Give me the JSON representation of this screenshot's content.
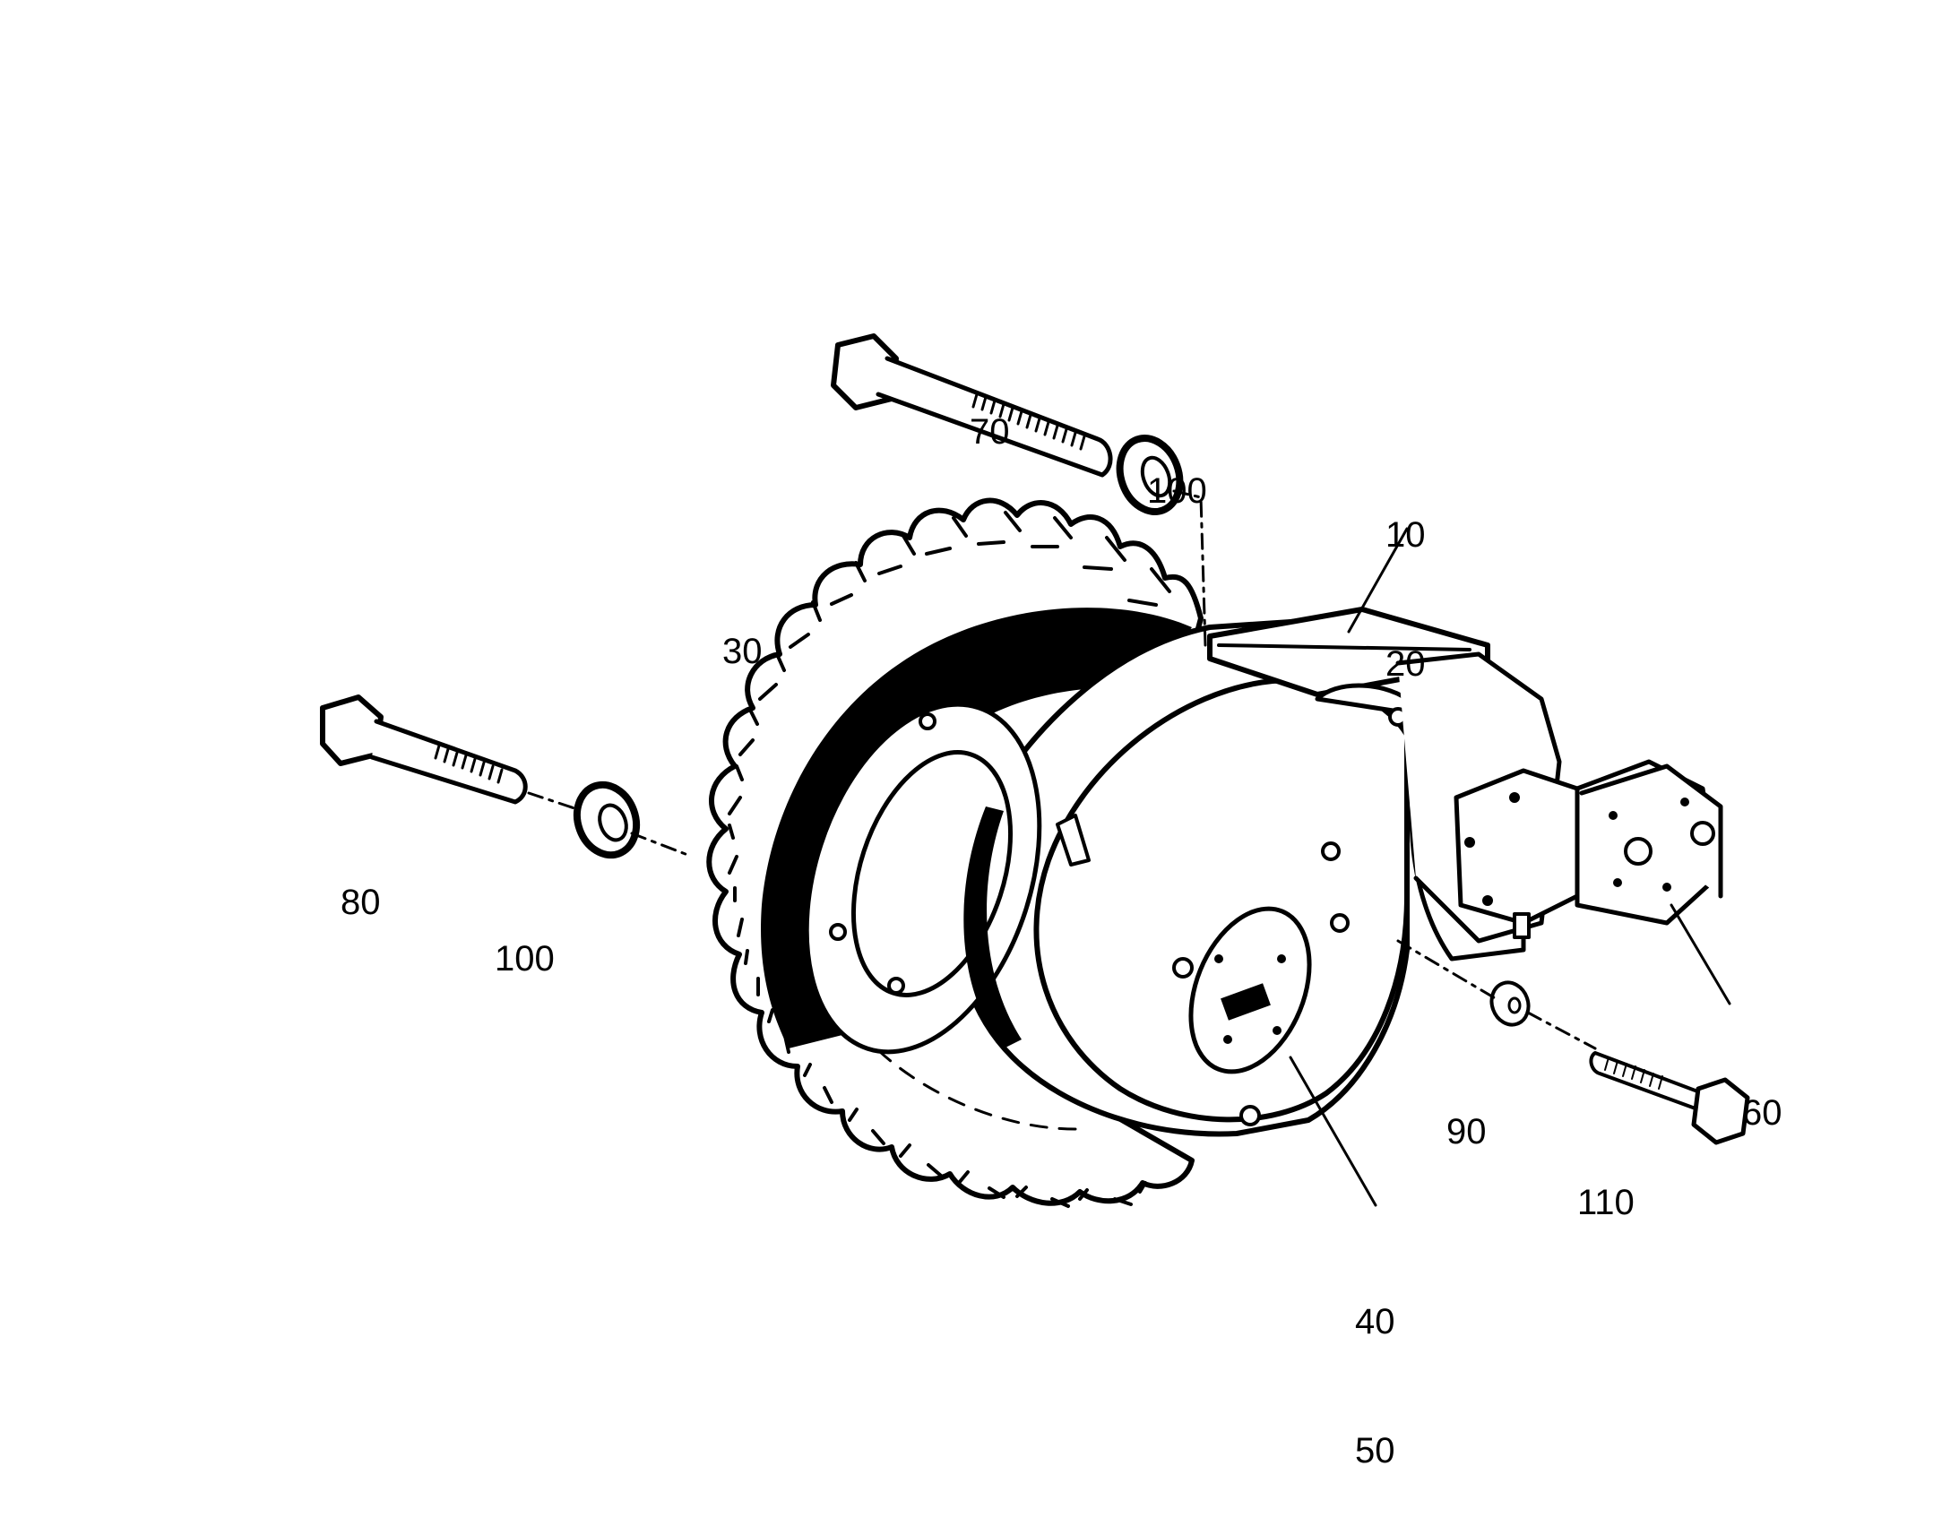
{
  "callouts": {
    "c70": "70",
    "c100_top": "100",
    "c10": "10",
    "c20": "20",
    "c30": "30",
    "c80": "80",
    "c100_left": "100",
    "c60": "60",
    "c90": "90",
    "c110": "110",
    "c40": "40",
    "c50": "50"
  }
}
